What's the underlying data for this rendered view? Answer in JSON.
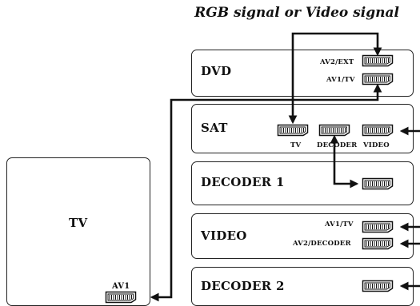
{
  "title": "RGB signal or Video signal",
  "devices": {
    "tv": {
      "label": "TV",
      "ports": {
        "av1": "AV1"
      }
    },
    "dvd": {
      "label": "DVD",
      "ports": {
        "av2": "AV2/EXT",
        "av1": "AV1/TV"
      }
    },
    "sat": {
      "label": "SAT",
      "ports": {
        "tv": "TV",
        "decoder": "DECODER",
        "video": "VIDEO"
      }
    },
    "decoder1": {
      "label": "DECODER 1"
    },
    "video": {
      "label": "VIDEO",
      "ports": {
        "av1": "AV1/TV",
        "av2": "AV2/DECODER"
      }
    },
    "decoder2": {
      "label": "DECODER 2"
    }
  },
  "connector_icon": "scart-connector-icon",
  "colors": {
    "line": "#111111",
    "connector_fill": "#ffffff"
  }
}
